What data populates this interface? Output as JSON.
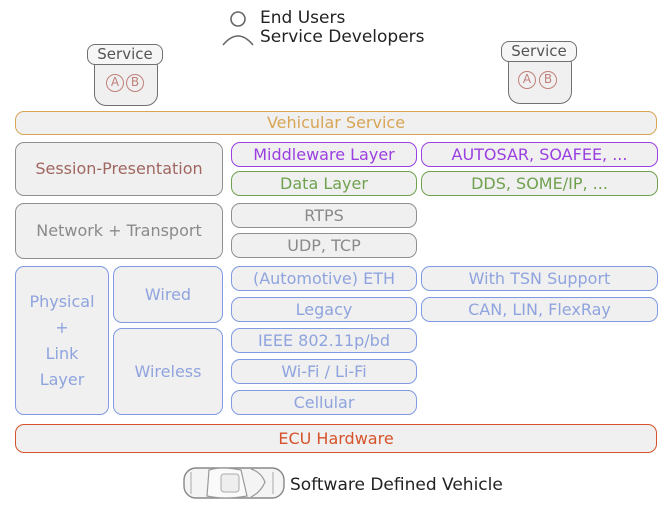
{
  "users": {
    "line1": "End Users",
    "line2": "Service Developers"
  },
  "service_left": {
    "label": "Service",
    "a": "A",
    "b": "B"
  },
  "service_right": {
    "label": "Service",
    "a": "A",
    "b": "B"
  },
  "vehicular_service": "Vehicular Service",
  "session_presentation": "Session-Presentation",
  "middleware_layer": "Middleware Layer",
  "middleware_examples": "AUTOSAR, SOAFEE, ...",
  "data_layer": "Data Layer",
  "data_examples": "DDS, SOME/IP, ...",
  "network_transport": "Network + Transport",
  "rtps": "RTPS",
  "udp_tcp": "UDP, TCP",
  "physical_link": {
    "l1": "Physical",
    "l2": "+",
    "l3": "Link",
    "l4": "Layer"
  },
  "wired": "Wired",
  "wireless": "Wireless",
  "automotive_eth": "(Automotive) ETH",
  "tsn_support": "With TSN Support",
  "legacy": "Legacy",
  "legacy_examples": "CAN, LIN, FlexRay",
  "ieee": "IEEE 802.11p/bd",
  "wifi_lifi": "Wi-Fi / Li-Fi",
  "cellular": "Cellular",
  "ecu_hardware": "ECU Hardware",
  "sdv": "Software Defined Vehicle",
  "icons": {
    "user": "person-icon",
    "car": "car-icon"
  }
}
